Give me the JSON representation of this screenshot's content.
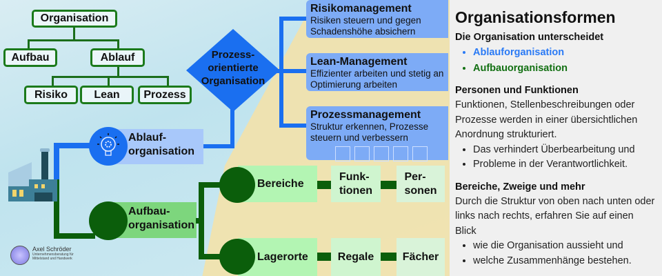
{
  "tree": {
    "root": "Organisation",
    "level1": [
      "Aufbau",
      "Ablauf"
    ],
    "level2": [
      "Risiko",
      "Lean",
      "Prozess"
    ]
  },
  "diamond": {
    "label": [
      "Prozess-",
      "orientierte",
      "Organisation"
    ]
  },
  "methods": [
    {
      "title": "Risikomanagement",
      "desc": "Risiken steuern und gegen Schadenshöhe absichern"
    },
    {
      "title": "Lean-Management",
      "desc": "Effizienter arbeiten und stetig an Optimierung arbeiten"
    },
    {
      "title": "Prozessmanagement",
      "desc": "Struktur erkennen, Prozesse steuern und verbessern"
    }
  ],
  "ablauf": {
    "label1": "Ablauf-",
    "label2": "organisation"
  },
  "aufbau": {
    "label1": "Aufbau-",
    "label2": "organisation"
  },
  "structure": {
    "row1": [
      "Bereiche",
      "Funk-\ntionen",
      "Per-\nsonen"
    ],
    "row2": [
      "Lagerorte",
      "Regale",
      "Fächer"
    ]
  },
  "logo": {
    "name": "Axel Schröder",
    "tagline": "Unternehmensberatung für Mittelstand und Handwerk"
  },
  "panel": {
    "title": "Organisationsformen",
    "intro": "Die Organisation unterscheidet",
    "types": [
      "Ablauforganisation",
      "Aufbauorganisation"
    ],
    "s1_heading": "Personen und Funktionen",
    "s1_text": "Funktionen, Stellenbeschreibungen oder Prozesse werden in einer übersichtlichen Anordnung strukturiert.",
    "s1_bullets": [
      "Das verhindert Überbearbeitung und",
      "Probleme in der Verantwortlichkeit."
    ],
    "s2_heading": "Bereiche, Zweige und mehr",
    "s2_text": "Durch die Struktur von oben nach unten oder links nach rechts, erfahren Sie auf einen Blick",
    "s2_bullets": [
      "wie die Organisation aussieht und",
      "welche Zusammenhänge bestehen."
    ]
  },
  "colors": {
    "blue": "#1a6ff0",
    "green": "#1b7a1b",
    "darkgreen": "#0b5e0b"
  }
}
